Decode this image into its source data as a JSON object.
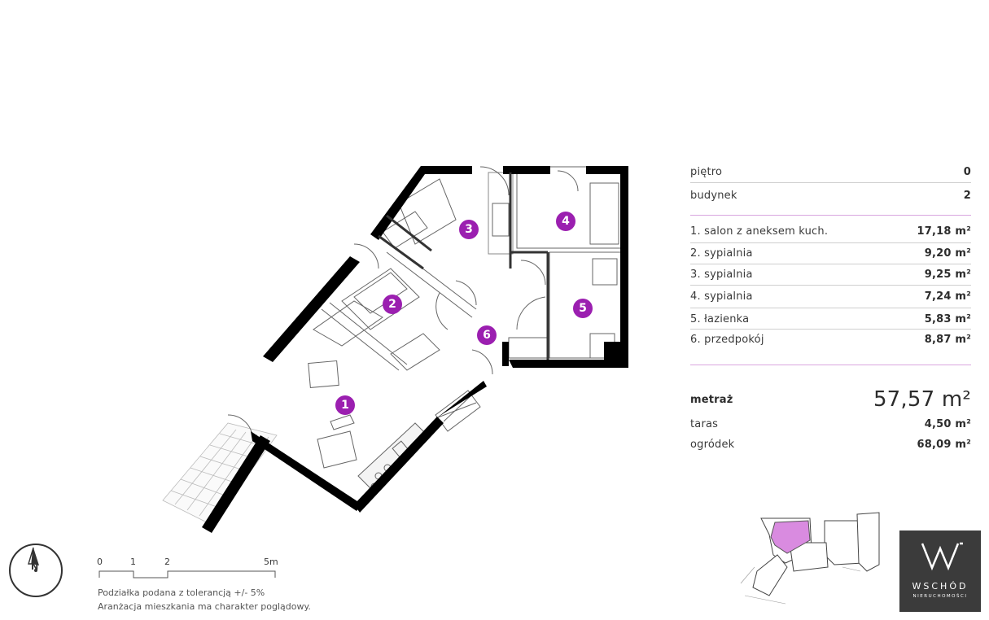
{
  "summary": {
    "floor_label": "piętro",
    "floor_value": "0",
    "building_label": "budynek",
    "building_value": "2",
    "rooms": [
      {
        "label": "1. salon z aneksem kuch.",
        "area": "17,18 m²"
      },
      {
        "label": "2. sypialnia",
        "area": "9,20 m²"
      },
      {
        "label": "3. sypialnia",
        "area": "9,25 m²"
      },
      {
        "label": "4. sypialnia",
        "area": "7,24 m²"
      },
      {
        "label": "5. łazienka",
        "area": "5,83 m²"
      },
      {
        "label": "6. przedpokój",
        "area": "8,87 m²"
      }
    ],
    "total_label": "metraż",
    "total_value": "57,57 m²",
    "terrace_label": "taras",
    "terrace_value": "4,50 m²",
    "garden_label": "ogródek",
    "garden_value": "68,09 m²"
  },
  "plan": {
    "room_markers": [
      "1",
      "2",
      "3",
      "4",
      "5",
      "6"
    ]
  },
  "compass": {
    "north_label": "N"
  },
  "scale": {
    "ticks": [
      "0",
      "1",
      "2",
      "5m"
    ],
    "note_tolerance": "Podziałka podana z tolerancją +/- 5%",
    "note_arrangement": "Aranżacja mieszkania ma charakter poglądowy."
  },
  "logo": {
    "name": "WSCHÓD",
    "subtitle": "NIERUCHOMOŚCI"
  },
  "colors": {
    "accent": "#9b1fb0",
    "highlight": "#d98be0",
    "wall": "#000000",
    "logo_bg": "#3b3b3b"
  }
}
